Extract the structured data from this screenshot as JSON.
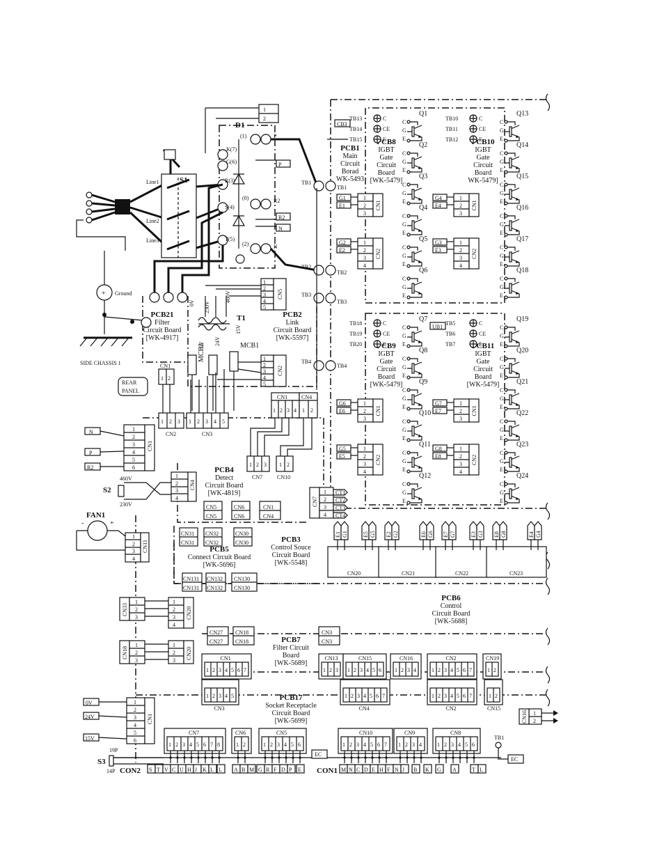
{
  "boards": [
    {
      "id": "pcb21",
      "lines": [
        "PCB21",
        "Filter",
        "Circuit Board",
        "[WK-4917]"
      ]
    },
    {
      "id": "pcb2",
      "lines": [
        "PCB2",
        "Link",
        "Circuit Board",
        "[WK-5597]"
      ]
    },
    {
      "id": "pcb1",
      "lines": [
        "PCB1",
        "Main",
        "Circuit",
        "Borad",
        "WK-5493"
      ]
    },
    {
      "id": "pcb8",
      "lines": [
        "PCB8",
        "IGBT",
        "Gate",
        "Circuit",
        "Board",
        "[WK-5479]"
      ]
    },
    {
      "id": "pcb10",
      "lines": [
        "PCB10",
        "IGBT",
        "Gate",
        "Circuit",
        "Board",
        "WK-5479]"
      ]
    },
    {
      "id": "pcb9",
      "lines": [
        "PCB9",
        "IGBT",
        "Gate",
        "Circuit",
        "Board",
        "[WK-5479]"
      ]
    },
    {
      "id": "pcb11",
      "lines": [
        "PCB11",
        "IGBT",
        "Gate",
        "Circuit",
        "Board",
        "[WK-5479]"
      ]
    },
    {
      "id": "pcb4",
      "lines": [
        "PCB4",
        "Detect",
        "Circuit Board",
        "[WK-4819]"
      ]
    },
    {
      "id": "pcb3",
      "lines": [
        "PCB3",
        "Control Souce",
        "Circuit Board",
        "[WK-5548]"
      ]
    },
    {
      "id": "pcb5",
      "lines": [
        "PCB5",
        "Connect Circuit Board",
        "[WK-5696]"
      ]
    },
    {
      "id": "pcb6",
      "lines": [
        "PCB6",
        "Control",
        "Circuit Board",
        "[WK-5688]"
      ]
    },
    {
      "id": "pcb7",
      "lines": [
        "PCB7",
        "Filter Circuit",
        "Board",
        "[WK-5689]"
      ]
    },
    {
      "id": "pcb17",
      "lines": [
        "PCB17",
        "Socket Receptacle",
        "Circuit Board",
        "[WK-5699]"
      ]
    }
  ],
  "parts": {
    "switch": "S1",
    "lines": [
      "Line1",
      "Line2",
      "Line3"
    ],
    "diode": "D1",
    "transformer": "T1",
    "mcb1": "MCB1",
    "mcb2": "MCB2",
    "fan": "FAN1",
    "s2": "S2",
    "s3": "S3",
    "ground": "Ground",
    "chassis": "SIDE CHASSIS 1",
    "rear_panel": [
      "REAR",
      "PANEL"
    ],
    "s2_v1": "460V",
    "s2_v2": "230V",
    "s3_p1": "19P",
    "s3_p2": "14P",
    "con1": "CON1",
    "con2": "CON2",
    "tb1": "TB1",
    "ec": "EC",
    "t1_volts": [
      "0V",
      "230V",
      "460V",
      "0V",
      "24V",
      "15V"
    ],
    "s1_terms": [
      "R(3)",
      "S(4)",
      "T(5)",
      "K(7)",
      "G(6)",
      "(1)",
      "(0)",
      "(2)"
    ]
  },
  "transistors": {
    "pcb8": [
      "Q1",
      "Q2",
      "Q3",
      "Q4",
      "Q5",
      "Q6"
    ],
    "pcb10": [
      "Q13",
      "Q14",
      "Q15",
      "Q16",
      "Q17",
      "Q18"
    ],
    "pcb9": [
      "Q7",
      "Q8",
      "Q9",
      "Q10",
      "Q11",
      "Q12"
    ],
    "pcb11": [
      "Q19",
      "Q20",
      "Q21",
      "Q22",
      "Q23",
      "Q24"
    ]
  },
  "terminals": {
    "tb_main": [
      "TB1",
      "TB2",
      "TB3",
      "TB4"
    ],
    "tb_pcb8": [
      "TB13",
      "TB14",
      "TB15"
    ],
    "tb_pcb10": [
      "TB10",
      "TB11",
      "TB12"
    ],
    "tb_pcb9": [
      "TB18",
      "TB19",
      "TB20"
    ],
    "tb_pcb11": [
      "TB5",
      "TB6",
      "TB7"
    ],
    "tb_suffix": [
      "C",
      "CE",
      "E"
    ],
    "bus": [
      "P",
      "R2",
      "N",
      "P",
      "N"
    ]
  },
  "gate_pins": {
    "pcb8_cn1": [
      "G1",
      "E1"
    ],
    "pcb8_cn2": [
      "G2",
      "E2"
    ],
    "pcb10_cn1": [
      "G4",
      "E4"
    ],
    "pcb10_cn2": [
      "G3",
      "E3"
    ],
    "pcb9_cn1": [
      "G6",
      "E6"
    ],
    "pcb9_cn2": [
      "G5",
      "E5"
    ],
    "pcb11_cn1": [
      "G7",
      "E7"
    ],
    "pcb11_cn2": [
      "G8",
      "E8"
    ]
  },
  "pcb4_cts": [
    "CT1",
    "CT2",
    "CT3",
    "CT4"
  ],
  "pcb1_inputs": [
    "N",
    "P",
    "R2"
  ],
  "pcb17_inputs": [
    "0V",
    "24V",
    "15V"
  ],
  "cn_row3": [
    "CN20",
    "CN21",
    "CN22",
    "CN23"
  ],
  "gate_tabs": {
    "cn20": [
      "E1",
      "G1",
      "E5",
      "G5"
    ],
    "cn21": [
      "E2",
      "G2",
      "E6",
      "G6"
    ],
    "cn22": [
      "E7",
      "G7",
      "E3",
      "G3"
    ],
    "cn23": [
      "E8",
      "G8",
      "E4",
      "G4"
    ]
  },
  "con2_pins": [
    "S",
    "T",
    "V",
    "C",
    "U",
    "H",
    "J",
    "K",
    "L",
    "A",
    "B",
    "M",
    "G",
    "R",
    "F",
    "D",
    "P",
    "E"
  ],
  "con1_pins": [
    "M",
    "N",
    "C",
    "D",
    "E",
    "H",
    "F",
    "N",
    "J",
    "B",
    "K",
    "G",
    "A",
    "T",
    "L"
  ]
}
